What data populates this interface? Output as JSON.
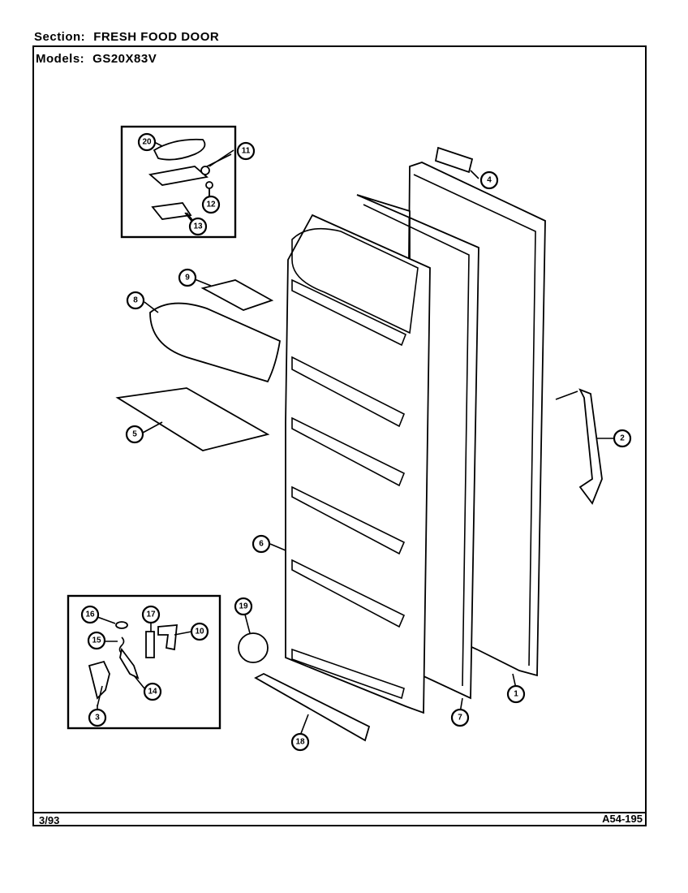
{
  "header": {
    "section_label": "Section:",
    "section_value": "FRESH FOOD DOOR",
    "models_label": "Models:",
    "models_value": "GS20X83V"
  },
  "footer": {
    "date_code": "3/93",
    "doc_code": "A54-195"
  },
  "callouts": [
    "20",
    "11",
    "12",
    "13",
    "4",
    "9",
    "8",
    "5",
    "2",
    "6",
    "16",
    "17",
    "10",
    "15",
    "14",
    "3",
    "19",
    "1",
    "7",
    "18"
  ]
}
